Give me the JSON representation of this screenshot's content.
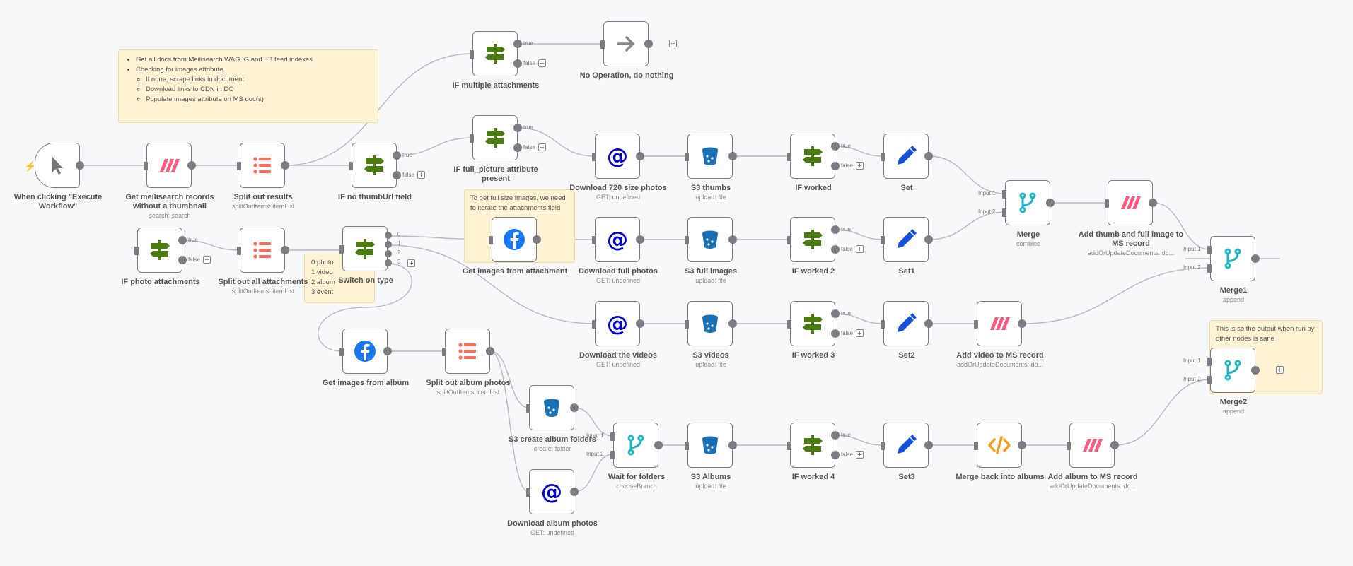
{
  "notes": {
    "intro": {
      "items": [
        "Get all docs from Meilisearch WAG IG and FB feed indexes",
        "Checking for images attribute"
      ],
      "subitems": [
        "If none, scrape links in document",
        "Download links to CDN in DO",
        "Populate images attribute on MS doc(s)"
      ]
    },
    "full_size": "To get full size images, we need to iterate the attachments field",
    "switch_legend": [
      "0 photo",
      "1 video",
      "2 album",
      "3 event"
    ],
    "merge2_note": "This is so the output when run by other nodes is sane"
  },
  "ports": {
    "true": "true",
    "false": "false",
    "switch_outputs": [
      "0",
      "1",
      "2",
      "3"
    ],
    "input1": "Input 1",
    "input2": "Input 2"
  },
  "nodes": {
    "trigger": {
      "label": "When clicking \"Execute Workflow\"",
      "sub": ""
    },
    "get_records": {
      "label": "Get meilisearch records without a thumbnail",
      "sub": "search: search"
    },
    "split_results": {
      "label": "Split out results",
      "sub": "splitOutItems: itemList"
    },
    "if_no_thumb": {
      "label": "IF no thumbUrl field",
      "sub": ""
    },
    "if_multiple": {
      "label": "IF multiple attachments",
      "sub": ""
    },
    "noop": {
      "label": "No Operation, do nothing",
      "sub": ""
    },
    "if_full_picture": {
      "label": "IF full_picture attribute present",
      "sub": ""
    },
    "dl_720": {
      "label": "Download 720 size photos",
      "sub": "GET: undefined"
    },
    "s3_thumbs": {
      "label": "S3 thumbs",
      "sub": "upload: file"
    },
    "if_worked": {
      "label": "IF worked",
      "sub": ""
    },
    "set": {
      "label": "Set",
      "sub": ""
    },
    "merge": {
      "label": "Merge",
      "sub": "combine"
    },
    "add_thumb": {
      "label": "Add thumb and full image to MS record",
      "sub": "addOrUpdateDocuments: do..."
    },
    "if_photo": {
      "label": "IF photo attachments",
      "sub": ""
    },
    "split_attachments": {
      "label": "Split out all attachments",
      "sub": "splitOutItems: itemList"
    },
    "switch_type": {
      "label": "Switch on type",
      "sub": ""
    },
    "get_images_attachment": {
      "label": "Get images from attachment",
      "sub": ""
    },
    "dl_full": {
      "label": "Download full photos",
      "sub": "GET: undefined"
    },
    "s3_full": {
      "label": "S3 full images",
      "sub": "upload: file"
    },
    "if_worked2": {
      "label": "IF worked 2",
      "sub": ""
    },
    "set1": {
      "label": "Set1",
      "sub": ""
    },
    "merge1": {
      "label": "Merge1",
      "sub": "append"
    },
    "dl_videos": {
      "label": "Download the videos",
      "sub": "GET: undefined"
    },
    "s3_videos": {
      "label": "S3 videos",
      "sub": "upload: file"
    },
    "if_worked3": {
      "label": "IF worked 3",
      "sub": ""
    },
    "set2": {
      "label": "Set2",
      "sub": ""
    },
    "add_video": {
      "label": "Add video to MS record",
      "sub": "addOrUpdateDocuments: do..."
    },
    "merge2": {
      "label": "Merge2",
      "sub": "append"
    },
    "get_images_album": {
      "label": "Get images from album",
      "sub": ""
    },
    "split_album": {
      "label": "Split out album photos",
      "sub": "splitOutItems: itemList"
    },
    "s3_create": {
      "label": "S3 create album folders",
      "sub": "create: folder"
    },
    "dl_album": {
      "label": "Download album photos",
      "sub": "GET: undefined"
    },
    "wait_folders": {
      "label": "Wait for folders",
      "sub": "chooseBranch"
    },
    "s3_albums": {
      "label": "S3 Albums",
      "sub": "upload: file"
    },
    "if_worked4": {
      "label": "IF worked 4",
      "sub": ""
    },
    "set3": {
      "label": "Set3",
      "sub": ""
    },
    "merge_back": {
      "label": "Merge back into albums",
      "sub": ""
    },
    "add_album": {
      "label": "Add album to MS record",
      "sub": "addOrUpdateDocuments: do..."
    }
  },
  "colors": {
    "canvas": "#f8f8fa",
    "node_border": "#7c7c84",
    "edge": "#b9b9c0",
    "note_bg": "#fdf2d4",
    "meilisearch": "#ff5a7e",
    "itemlists": "#ff6d5a",
    "if_green": "#4a7c12",
    "http_blue": "#0000cc",
    "s3_blue": "#1a6fb5",
    "merge_teal": "#1cb4c6",
    "set_blue": "#1450d8",
    "facebook": "#1877f2",
    "code_orange": "#f59c1a",
    "trigger_bolt": "#ff6d5a"
  }
}
